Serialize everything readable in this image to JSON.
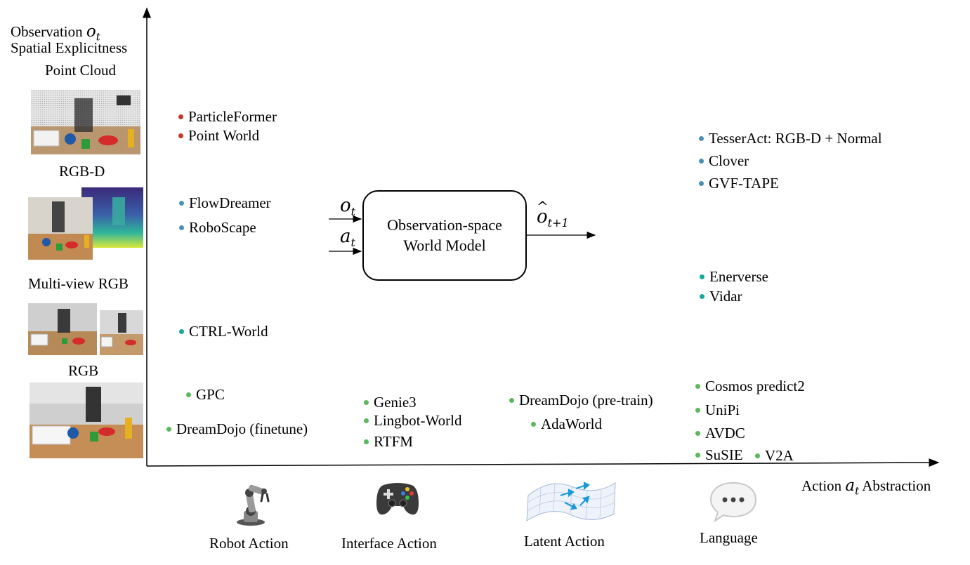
{
  "y_axis": {
    "title_line1": "Observation",
    "title_var": "o",
    "title_sub": "t",
    "title_line2": "Spatial Explicitness"
  },
  "x_axis": {
    "title_pre": "Action",
    "title_var": "a",
    "title_sub": "t",
    "title_post": "Abstraction"
  },
  "observation_types": [
    {
      "label": "Point Cloud"
    },
    {
      "label": "RGB-D"
    },
    {
      "label": "Multi-view RGB"
    },
    {
      "label": "RGB"
    }
  ],
  "action_types": [
    {
      "label": "Robot Action",
      "icon": "robot-arm-icon"
    },
    {
      "label": "Interface Action",
      "icon": "gamepad-icon"
    },
    {
      "label": "Latent Action",
      "icon": "latent-mesh-icon"
    },
    {
      "label": "Language",
      "icon": "speech-bubble-icon"
    }
  ],
  "center_diagram": {
    "box_line1": "Observation-space",
    "box_line2": "World Model",
    "input1_var": "o",
    "input1_sub": "t",
    "input2_var": "a",
    "input2_sub": "t",
    "output_var": "o",
    "output_sub": "t+1"
  },
  "colors": {
    "point_cloud": "#c0392b",
    "rgbd": "#4a90b8",
    "multiview": "#16a89a",
    "rgb": "#5cb85c"
  },
  "models": [
    {
      "name": "ParticleFormer",
      "category": "point_cloud"
    },
    {
      "name": "Point World",
      "category": "point_cloud"
    },
    {
      "name": "FlowDreamer",
      "category": "rgbd"
    },
    {
      "name": "RoboScape",
      "category": "rgbd"
    },
    {
      "name": "CTRL-World",
      "category": "multiview"
    },
    {
      "name": "GPC",
      "category": "rgb"
    },
    {
      "name": "DreamDojo (finetune)",
      "category": "rgb"
    },
    {
      "name": "Genie3",
      "category": "rgb"
    },
    {
      "name": "Lingbot-World",
      "category": "rgb"
    },
    {
      "name": "RTFM",
      "category": "rgb"
    },
    {
      "name": "DreamDojo (pre-train)",
      "category": "rgb"
    },
    {
      "name": "AdaWorld",
      "category": "rgb"
    },
    {
      "name": "TesserAct: RGB-D + Normal",
      "category": "rgbd"
    },
    {
      "name": "Clover",
      "category": "rgbd"
    },
    {
      "name": "GVF-TAPE",
      "category": "rgbd"
    },
    {
      "name": "Enerverse",
      "category": "multiview"
    },
    {
      "name": "Vidar",
      "category": "multiview"
    },
    {
      "name": "Cosmos predict2",
      "category": "rgb"
    },
    {
      "name": "UniPi",
      "category": "rgb"
    },
    {
      "name": "AVDC",
      "category": "rgb"
    },
    {
      "name": "SuSIE",
      "category": "rgb"
    },
    {
      "name": "V2A",
      "category": "rgb"
    }
  ]
}
